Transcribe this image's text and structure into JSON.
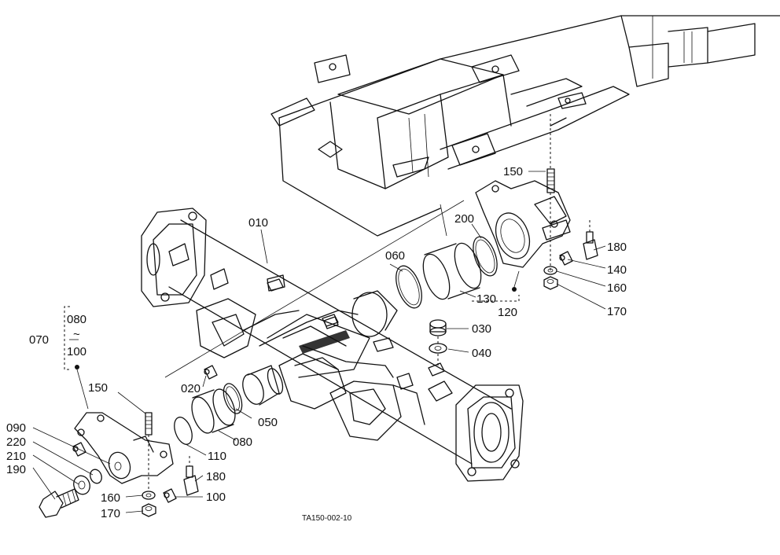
{
  "figure_code": "TA150-002-10",
  "part_labels": {
    "p010": "010",
    "p020": "020",
    "p030": "030",
    "p040": "040",
    "p050": "050",
    "p060": "060",
    "p070": "070",
    "p080_top": "080",
    "tilde": "~",
    "p100_top": "100",
    "p080": "080",
    "p090": "090",
    "p100": "100",
    "p110": "110",
    "p120": "120",
    "p130": "130",
    "p140": "140",
    "p150_left": "150",
    "p150_right": "150",
    "p160_left": "160",
    "p160_right": "160",
    "p170_left": "170",
    "p170_right": "170",
    "p180_left": "180",
    "p180_right": "180",
    "p190": "190",
    "p200": "200",
    "p210": "210",
    "p220": "220"
  }
}
